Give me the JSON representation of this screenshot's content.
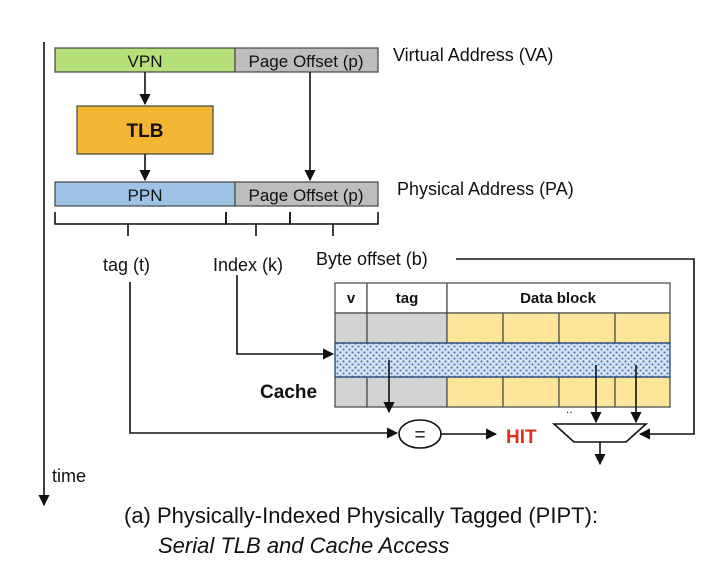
{
  "va": {
    "vpn": "VPN",
    "page_offset": "Page Offset (p)",
    "label": "Virtual Address (VA)"
  },
  "tlb": {
    "label": "TLB"
  },
  "pa": {
    "ppn": "PPN",
    "page_offset": "Page Offset (p)",
    "label": "Physical Address (PA)"
  },
  "fields": {
    "tag": "tag (t)",
    "index": "Index (k)",
    "byte_offset": "Byte offset (b)"
  },
  "cache": {
    "label": "Cache",
    "col_v": "v",
    "col_tag": "tag",
    "col_data": "Data block",
    "dots": ".."
  },
  "compare": {
    "symbol": "="
  },
  "hit": {
    "label": "HIT"
  },
  "time": {
    "label": "time"
  },
  "caption": {
    "line1": "(a) Physically-Indexed Physically Tagged (PIPT):",
    "line2": "Serial TLB and Cache Access"
  },
  "colors": {
    "vpn": "#b6e07a",
    "page_offset": "#bdbdbd",
    "tlb": "#f2b632",
    "ppn": "#9ec2e6",
    "gray_cell": "#d3d3d3",
    "data_cell": "#fde59a",
    "hit": "#e0301e"
  }
}
